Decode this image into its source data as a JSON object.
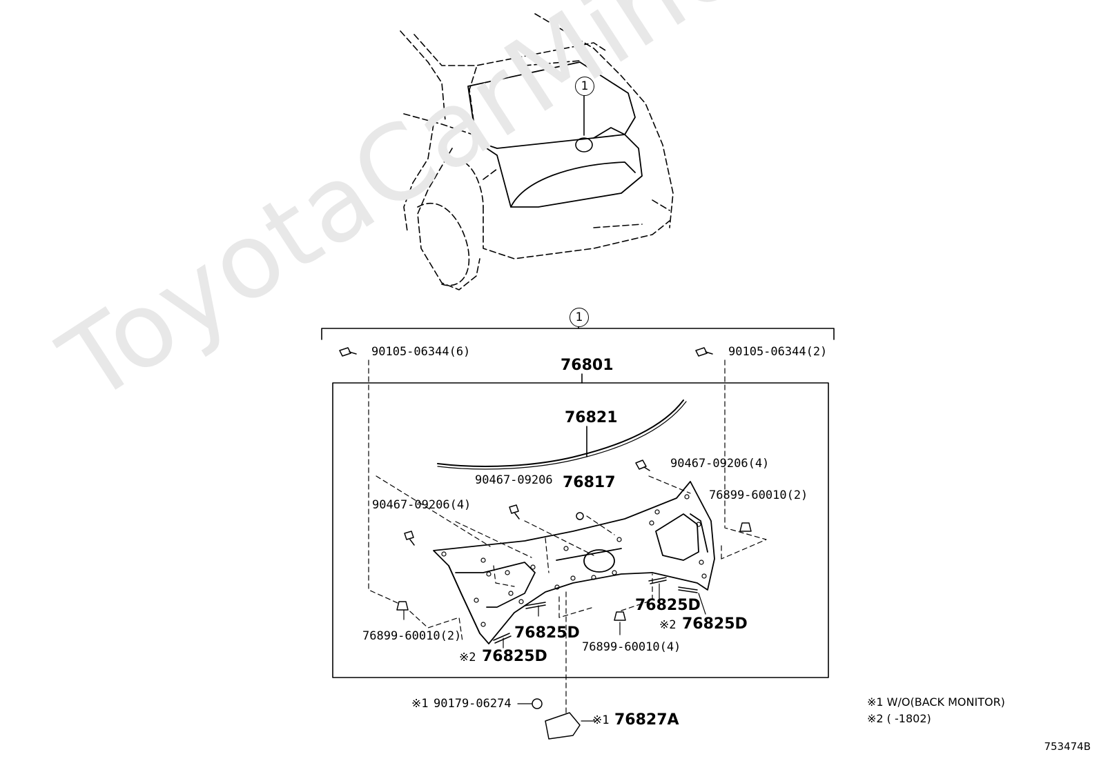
{
  "watermark": "ToyotaCarMine.ru",
  "callout_ref": "1",
  "parts": {
    "bolt_left": "90105-06344(6)",
    "bolt_right": "90105-06344(2)",
    "assembly": "76801",
    "weatherstrip": "76821",
    "clip_right_top": "90467-09206(4)",
    "clip_center": "90467-09206",
    "emblem": "76817",
    "clip_left": "90467-09206(4)",
    "grommet_right": "76899-60010(2)",
    "grommet_left": "76899-60010(2)",
    "pad_center_right": "76825D",
    "pad_right_mark": "※2",
    "pad_right": "76825D",
    "pad_center_left": "76825D",
    "pad_left_mark": "※2",
    "pad_left": "76825D",
    "grommet_bottom": "76899-60010(4)",
    "plug_mark": "※1",
    "plug": "90179-06274",
    "cover_mark": "※1",
    "cover": "76827A"
  },
  "notes": {
    "note1": "※1 W/O(BACK MONITOR)",
    "note2": "※2 (      -1802)"
  },
  "figure_code": "753474B"
}
